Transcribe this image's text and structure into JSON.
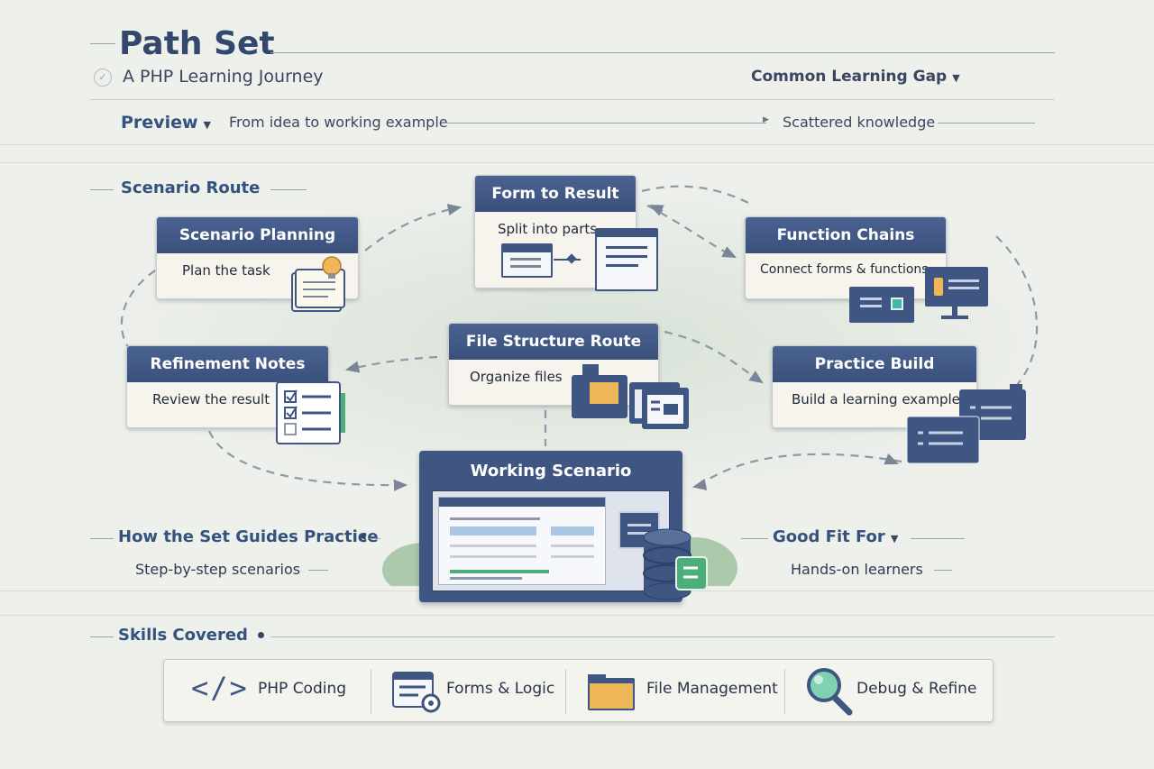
{
  "header": {
    "title": "Path Set",
    "subtitle": "A PHP Learning Journey",
    "gap_label": "Common Learning Gap",
    "preview_label": "Preview",
    "idea_text": "From idea to working example",
    "scattered_text": "Scattered knowledge"
  },
  "sections": {
    "route": "Scenario Route",
    "guides": "How the Set Guides Practice",
    "guides_detail": "Step-by-step scenarios",
    "fit": "Good Fit For",
    "fit_detail": "Hands-on learners",
    "skills": "Skills Covered"
  },
  "cards": {
    "planning": {
      "title": "Scenario Planning",
      "body": "Plan the task",
      "icon": "notebook-lightbulb-icon"
    },
    "form": {
      "title": "Form to Result",
      "body": "Split into parts",
      "icon": "form-flow-icon"
    },
    "chains": {
      "title": "Function Chains",
      "body": "Connect forms & functions",
      "icon": "monitor-windows-icon"
    },
    "refine": {
      "title": "Refinement Notes",
      "body": "Review the result",
      "icon": "checklist-icon"
    },
    "file": {
      "title": "File Structure Route",
      "body": "Organize files",
      "icon": "folder-files-icon"
    },
    "practice": {
      "title": "Practice Build",
      "body": "Build a learning example",
      "icon": "stacked-windows-icon"
    }
  },
  "center": {
    "title": "Working Scenario",
    "icon": "app-database-icon"
  },
  "skills": [
    {
      "label": "PHP Coding",
      "icon": "code-brackets-icon"
    },
    {
      "label": "Forms & Logic",
      "icon": "form-gear-icon"
    },
    {
      "label": "File Management",
      "icon": "folder-icon"
    },
    {
      "label": "Debug & Refine",
      "icon": "magnifier-icon"
    }
  ],
  "colors": {
    "navy": "#3f5582",
    "heading": "#34527e",
    "accent_orange": "#f0b75a",
    "accent_green": "#4caf7a",
    "accent_teal": "#3fb8b0"
  }
}
